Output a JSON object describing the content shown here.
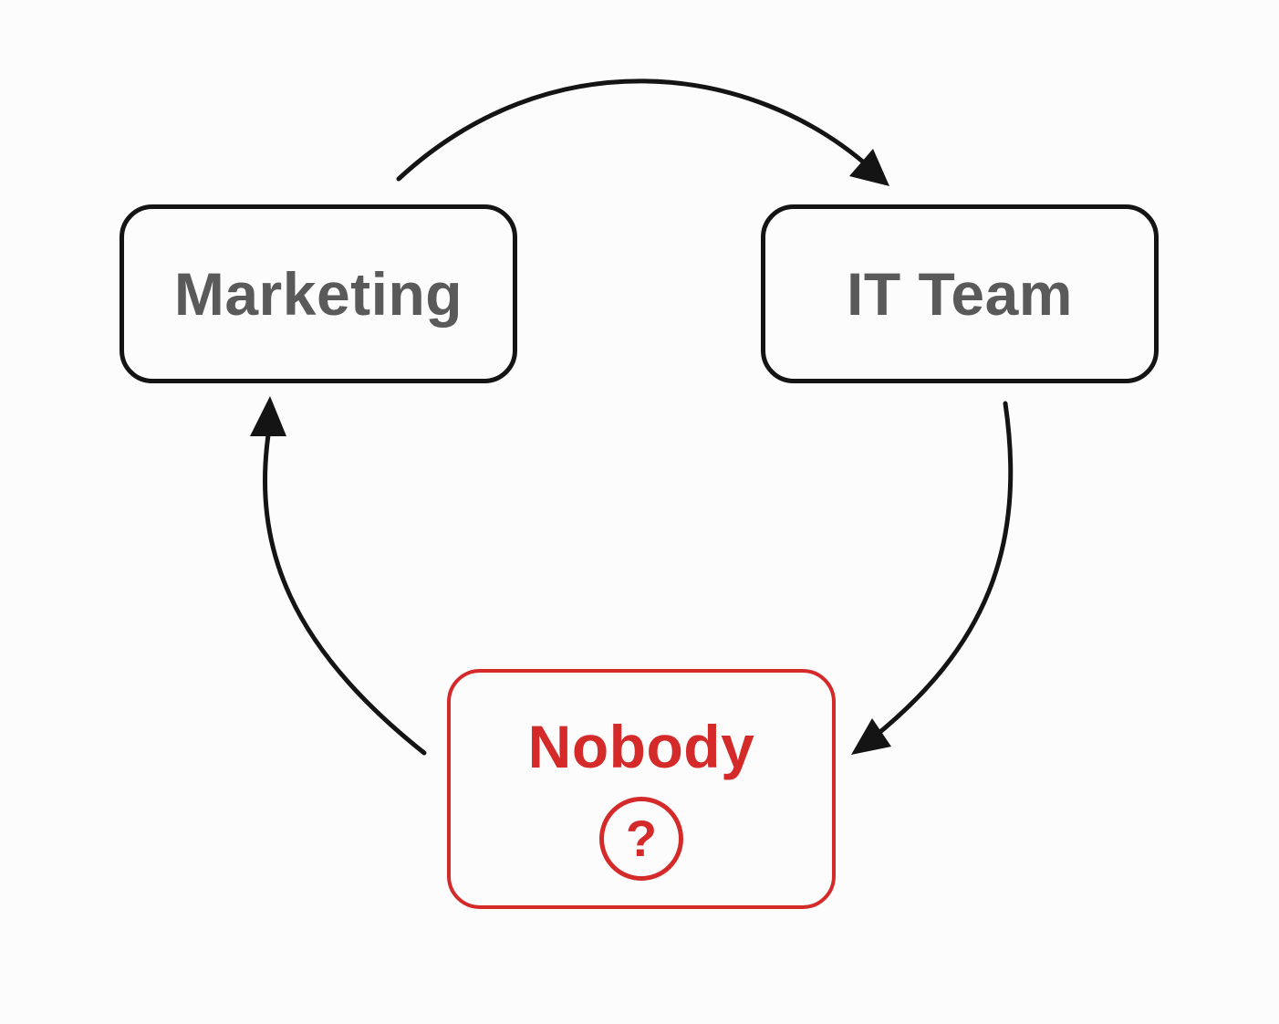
{
  "diagram": {
    "nodes": {
      "marketing": {
        "label": "Marketing"
      },
      "it_team": {
        "label": "IT Team"
      },
      "nobody": {
        "label": "Nobody",
        "badge": "?"
      }
    },
    "edges": [
      {
        "from": "Marketing",
        "to": "IT Team"
      },
      {
        "from": "IT Team",
        "to": "Nobody"
      },
      {
        "from": "Nobody",
        "to": "Marketing"
      }
    ],
    "colors": {
      "stroke": "#141414",
      "text": "#5a5a5a",
      "highlight": "#d42a2a",
      "background": "#fdfcfd"
    },
    "icons": {
      "badge_icon": "question-mark-circle-icon"
    }
  }
}
